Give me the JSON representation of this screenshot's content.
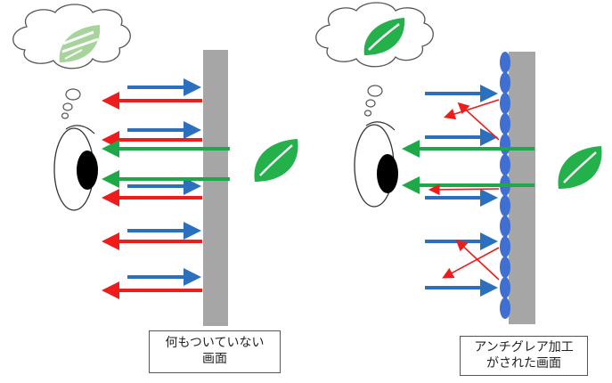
{
  "left_panel": {
    "caption_line1": "何もついていない",
    "caption_line2": "画面"
  },
  "right_panel": {
    "caption_line1": "アンチグレア加工",
    "caption_line2": "がされた画面"
  },
  "colors": {
    "incoming_light": "#2b6fbf",
    "reflected_light": "#ef1c1c",
    "image_light": "#1fa84a",
    "screen": "#a6a6a6",
    "ag_coating": "#3f6fd0",
    "leaf": "#24b14c",
    "leaf_faded": "#a7d49a"
  }
}
